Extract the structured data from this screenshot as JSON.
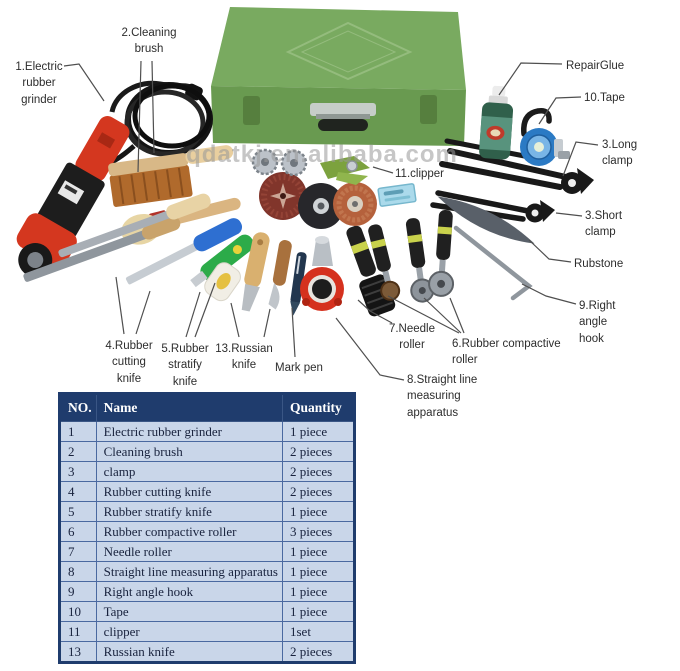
{
  "photo": {
    "watermark": "qdatkj.en.alibaba.com",
    "labels": [
      {
        "name": "electric-rubber-grinder",
        "text": "1.Electric rubber grinder"
      },
      {
        "name": "cleaning-brush",
        "text": "2.Cleaning brush"
      },
      {
        "name": "repair-glue",
        "text": "RepairGlue"
      },
      {
        "name": "tape",
        "text": "10.Tape"
      },
      {
        "name": "long-clamp",
        "text": "3.Long clamp"
      },
      {
        "name": "short-clamp",
        "text": "3.Short clamp"
      },
      {
        "name": "rubstone",
        "text": "Rubstone"
      },
      {
        "name": "right-angle-hook",
        "text": "9.Right angle hook"
      },
      {
        "name": "needle-roller",
        "text": "7.Needle roller"
      },
      {
        "name": "rubber-compactive-roller",
        "text": "6.Rubber compactive roller"
      },
      {
        "name": "straight-line-measuring-apparatus",
        "text": "8.Straight line measuring apparatus"
      },
      {
        "name": "rubber-cutting-knife",
        "text": "4.Rubber cutting knife"
      },
      {
        "name": "rubber-stratify-knife",
        "text": "5.Rubber stratify knife"
      },
      {
        "name": "russian-knife",
        "text": "13.Russian knife"
      },
      {
        "name": "mark-pen",
        "text": "Mark pen"
      },
      {
        "name": "clipper",
        "text": "11.clipper"
      }
    ]
  },
  "table": {
    "headers": [
      "NO.",
      "Name",
      "Quantity"
    ],
    "rows": [
      [
        "1",
        "Electric rubber grinder",
        "1 piece"
      ],
      [
        "2",
        "Cleaning brush",
        "2 pieces"
      ],
      [
        "3",
        "clamp",
        "2 pieces"
      ],
      [
        "4",
        "Rubber cutting knife",
        "2 pieces"
      ],
      [
        "5",
        "Rubber stratify knife",
        "1 piece"
      ],
      [
        "6",
        "Rubber compactive roller",
        "3 pieces"
      ],
      [
        "7",
        "Needle roller",
        "1 piece"
      ],
      [
        "8",
        "Straight line measuring apparatus",
        "1 piece"
      ],
      [
        "9",
        "Right angle hook",
        "1 piece"
      ],
      [
        "10",
        "Tape",
        "1 piece"
      ],
      [
        "11",
        "clipper",
        "1set"
      ],
      [
        "13",
        "Russian knife",
        "2 pieces"
      ]
    ]
  },
  "colors": {
    "toolbox_green": "#74a75f",
    "grinder_red": "#d4371f",
    "table_header_bg": "#1f3c6d",
    "table_row_bg": "#c9d6e9",
    "table_border": "#27477e",
    "label_text": "#2d2d2d",
    "callout_line": "#4f4f4f",
    "watermark_gray": "#999999"
  }
}
